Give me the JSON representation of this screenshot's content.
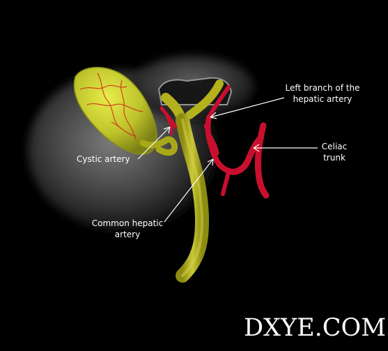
{
  "labels": {
    "left_branch": [
      "Left branch of the",
      "hepatic artery"
    ],
    "cystic_artery": [
      "Cystic artery"
    ],
    "common_hepatic": [
      "Common hepatic",
      "artery"
    ],
    "celiac_trunk": [
      "Celiac",
      "trunk"
    ]
  },
  "watermark": "DXYE.COM",
  "colors": {
    "background": "#000000",
    "duct": "#b8b81c",
    "artery": "#c8102e",
    "label": "#ffffff"
  }
}
